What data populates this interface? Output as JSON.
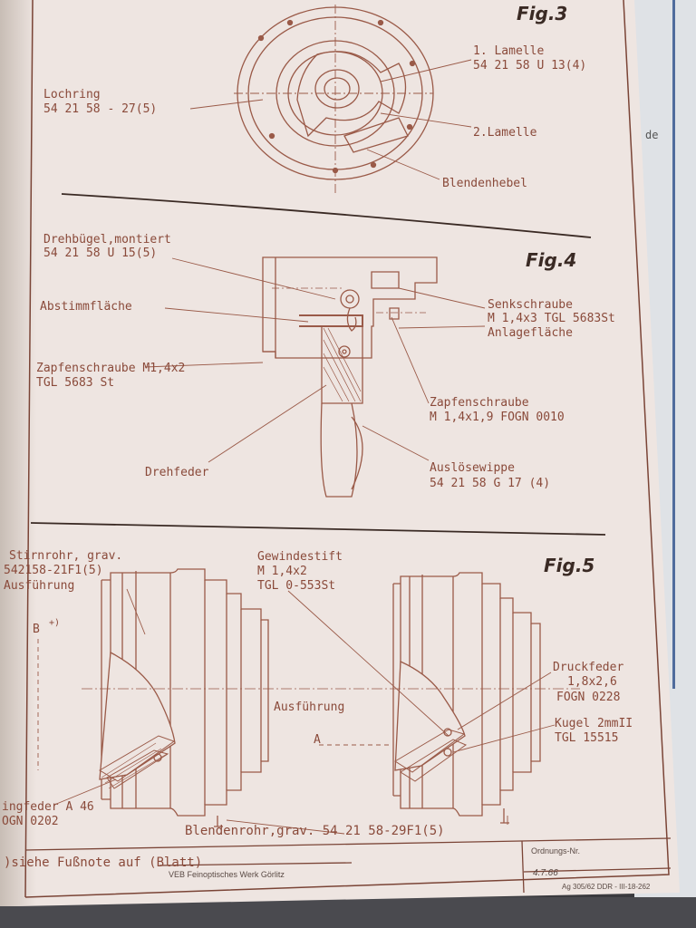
{
  "figures": {
    "fig3": {
      "title": "Fig.3",
      "lochring": {
        "name": "Lochring",
        "number": "54 21 58 - 27(5)"
      },
      "lamelle1": {
        "name": "1. Lamelle",
        "number": "54 21 58 U 13(4)"
      },
      "lamelle2": {
        "name": "2.Lamelle"
      },
      "blendenhebel": {
        "name": "Blendenhebel"
      }
    },
    "fig4": {
      "title": "Fig.4",
      "drehbuegel": {
        "name": "Drehbügel,montiert",
        "number": "54 21 58 U 15(5)"
      },
      "abstimmflaeche": "Abstimmfläche",
      "zapfenschraube1": {
        "line1": "Zapfenschraube M1,4x2",
        "line2": "TGL 5683 St"
      },
      "drehfeder": "Drehfeder",
      "senkschraube": {
        "line1": "Senkschraube",
        "line2": "M 1,4x3 TGL 5683St"
      },
      "anlageflaeche": "Anlagefläche",
      "zapfenschraube2": {
        "line1": "Zapfenschraube",
        "line2": "M 1,4x1,9 FOGN 0010"
      },
      "ausloesewippe": {
        "line1": "Auslösewippe",
        "line2": "54 21 58 G 17 (4)"
      }
    },
    "fig5": {
      "title": "Fig.5",
      "stirnrohr": {
        "line1": "Stirnrohr, grav.",
        "line2": "542158-21F1(5)",
        "line3": "Ausführung"
      },
      "label_b": "B",
      "label_b_sup": "+)",
      "gewindestift": {
        "line1": "Gewindestift",
        "line2": "M 1,4x2",
        "line3": "TGL 0-553St"
      },
      "ausfuehrung_center": "Ausführung",
      "label_a": "A",
      "druckfeder": {
        "line1": "Druckfeder",
        "line2": "1,8x2,6",
        "line3": "FOGN 0228"
      },
      "kugel": {
        "line1": "Kugel 2mmII",
        "line2": "TGL 15515"
      },
      "ringfeder": {
        "line1": "ingfeder A 46",
        "line2": "OGN 0202"
      },
      "blendenrohr": "Blendenrohr,grav. 54 21 58-29F1(5)"
    }
  },
  "footer": {
    "footnote": ")siehe Fußnote auf (Blatt)",
    "company": "VEB Feinoptisches Werk Görlitz",
    "ordnungs_label": "Ordnungs-Nr.",
    "date": "4.7.66",
    "form_code": "Ag 305/62 DDR - III-18-262"
  },
  "side_text": "de"
}
